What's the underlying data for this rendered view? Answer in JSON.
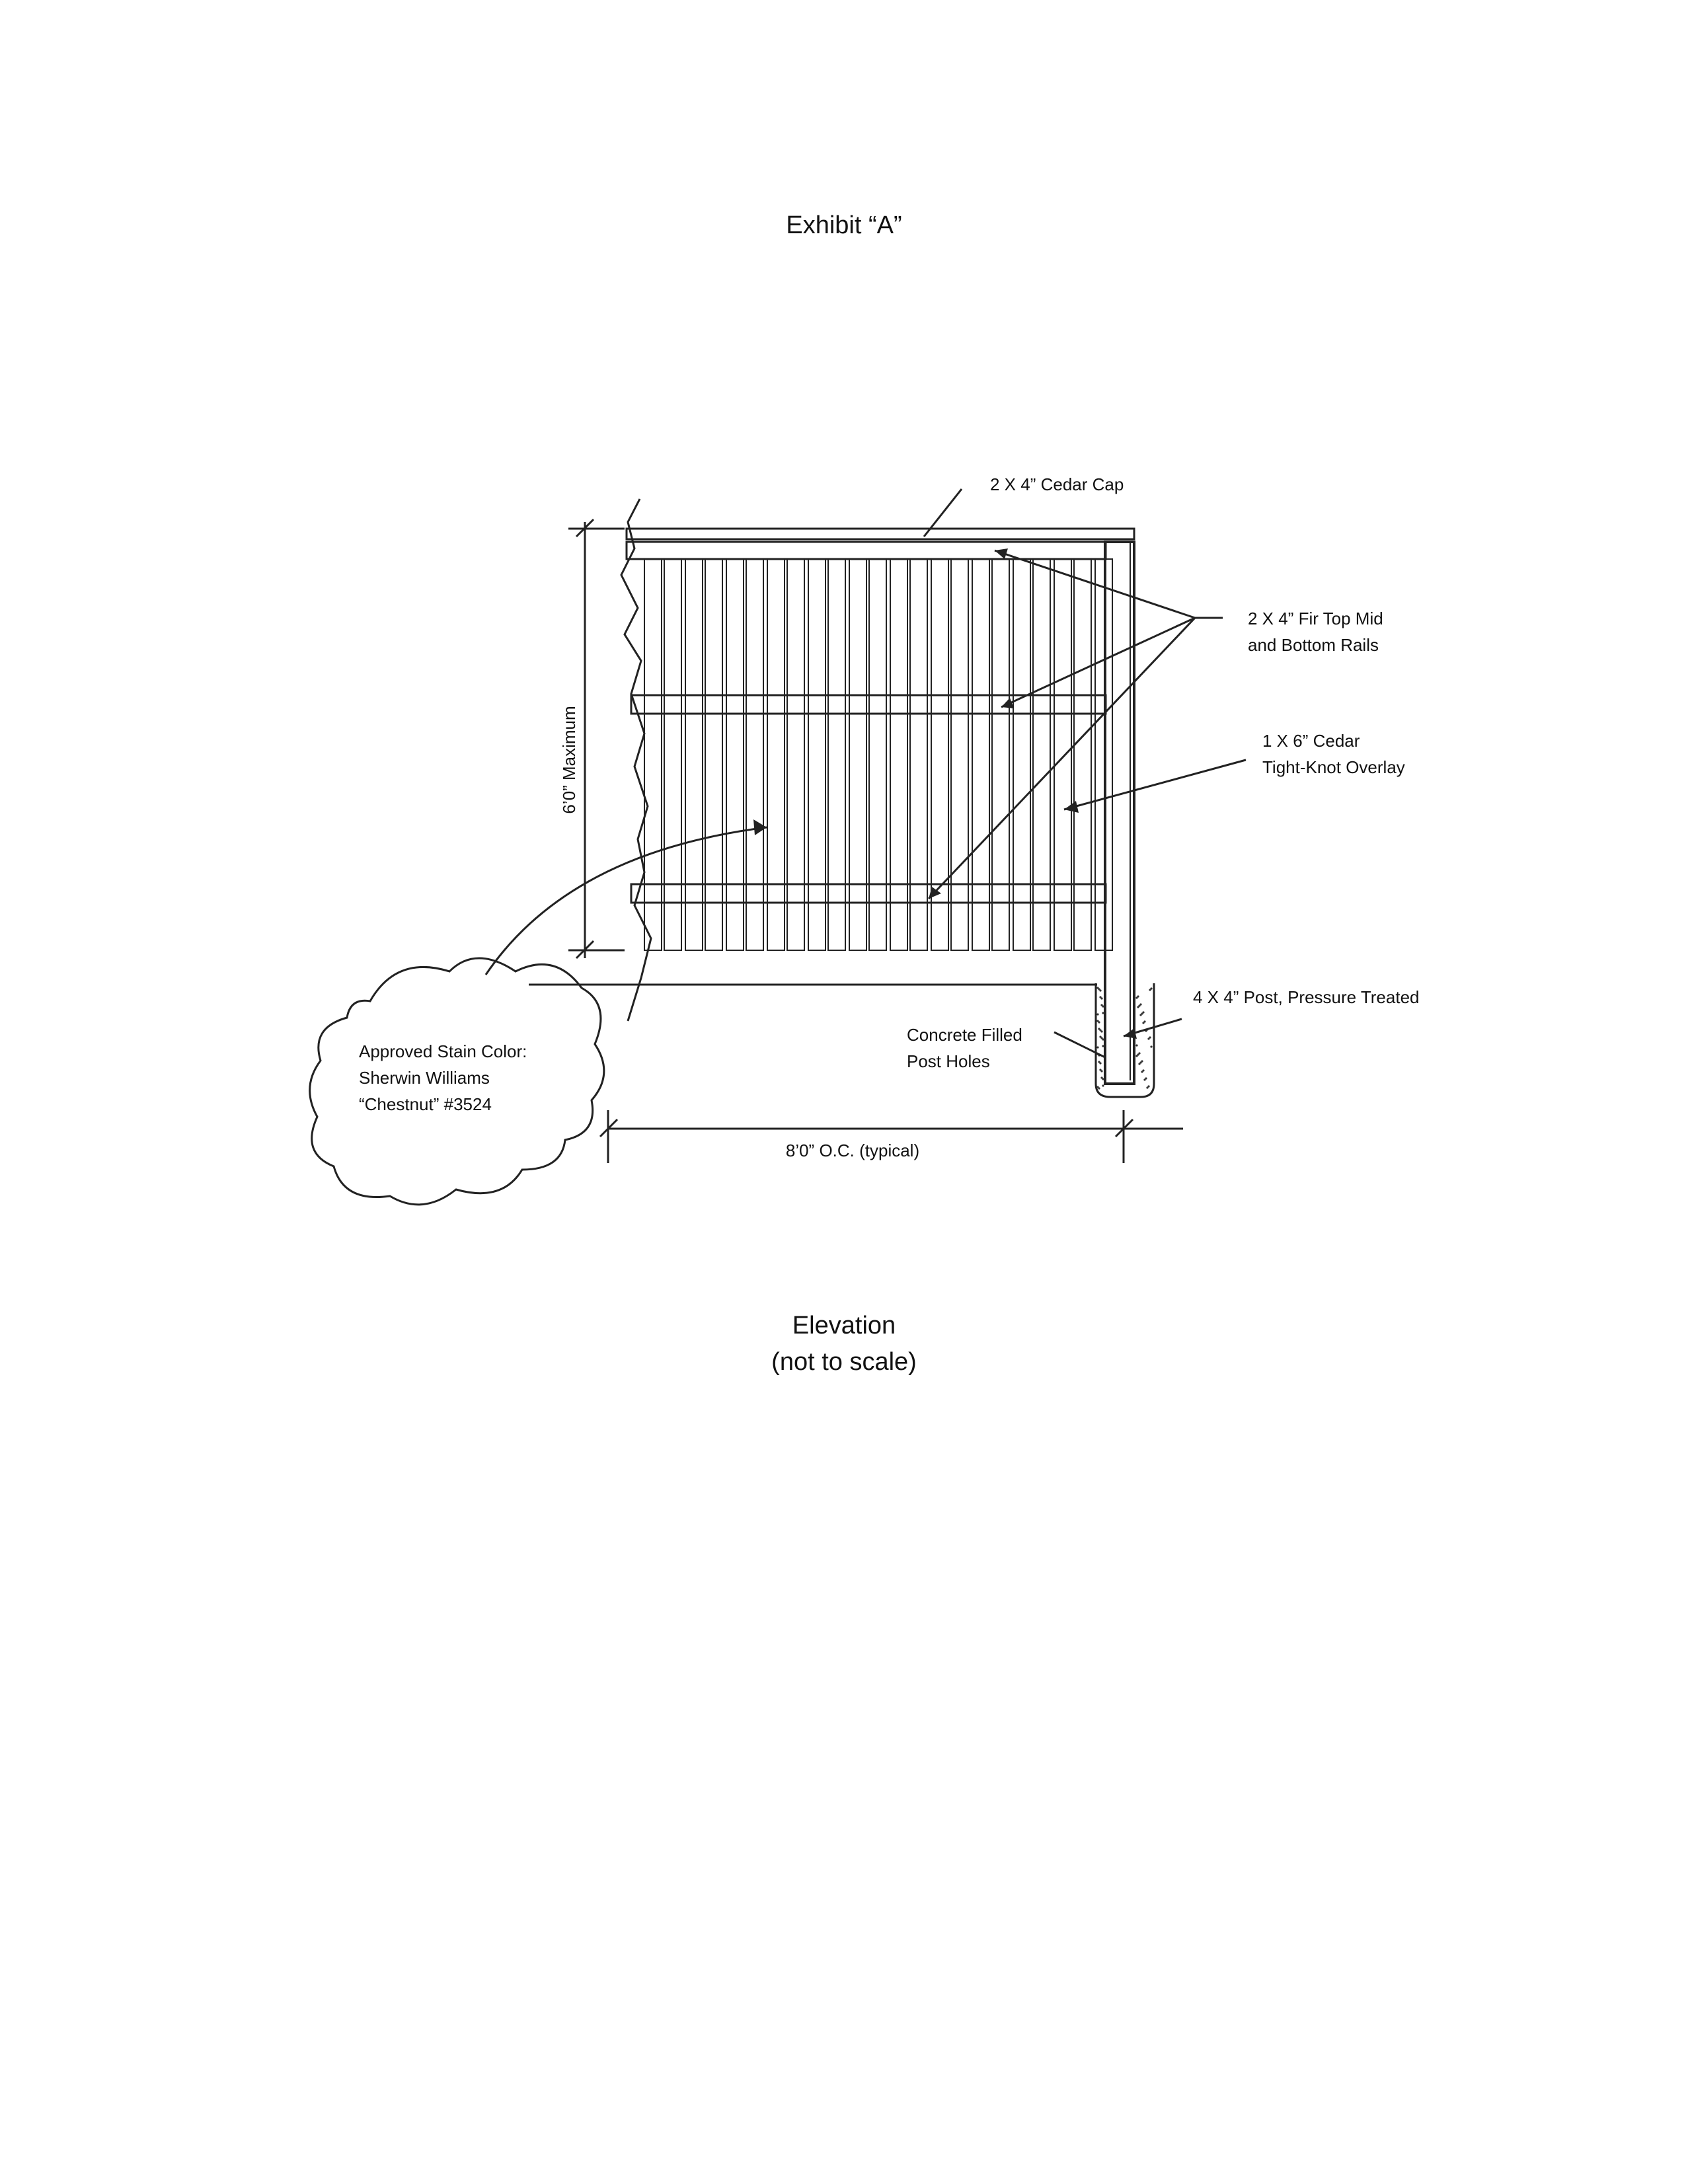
{
  "document": {
    "exhibit_title": "Exhibit “A”",
    "caption_line1": "Elevation",
    "caption_line2": "(not to scale)"
  },
  "labels": {
    "cap": "2 X 4” Cedar Cap",
    "rails_line1": "2 X 4” Fir Top Mid",
    "rails_line2": "and Bottom Rails",
    "overlay_line1": "1 X 6” Cedar",
    "overlay_line2": "Tight-Knot Overlay",
    "post": "4 X 4” Post, Pressure Treated",
    "holes_line1": "Concrete Filled",
    "holes_line2": "Post Holes",
    "height": "6’0” Maximum",
    "spacing": "8’0” O.C. (typical)",
    "stain_line1": "Approved Stain Color:",
    "stain_line2": "Sherwin Williams",
    "stain_line3": "“Chestnut” #3524"
  },
  "colors": {
    "ink": "#222222",
    "paper": "#ffffff"
  }
}
